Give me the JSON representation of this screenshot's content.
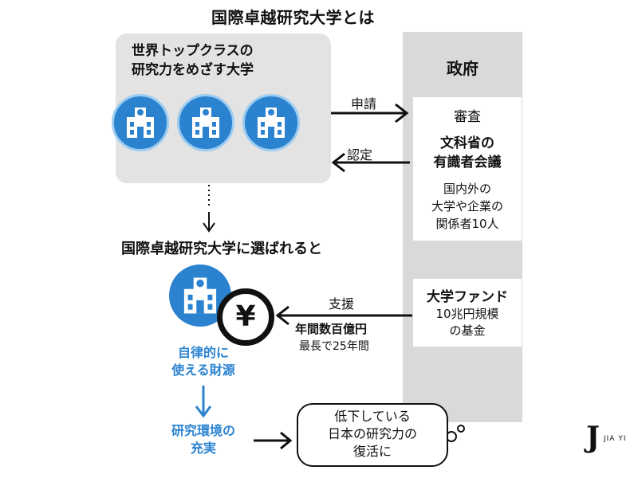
{
  "title": "国際卓越研究大学とは",
  "university_box": {
    "label_line1": "世界トップクラスの",
    "label_line2": "研究力をめざす大学",
    "icon": "university-building-icon"
  },
  "government": {
    "title": "政府",
    "review_label": "審査",
    "committee_line1": "文科省の",
    "committee_line2": "有識者会議",
    "committee_desc_line1": "国内外の",
    "committee_desc_line2": "大学や企業の",
    "committee_desc_line3": "関係者10人"
  },
  "arrows": {
    "apply": "申請",
    "certify": "認定",
    "support": "支援"
  },
  "selected_heading": "国際卓越研究大学に選ばれると",
  "fund": {
    "name": "大学ファンド",
    "desc_line1": "10兆円規模",
    "desc_line2": "の基金"
  },
  "support_amount": {
    "budget": "年間数百億円",
    "duration": "最長で25年間"
  },
  "yen_symbol": "¥",
  "outcomes": {
    "funding_line1": "自律的に",
    "funding_line2": "使える財源",
    "environment_line1": "研究環境の",
    "environment_line2": "充実"
  },
  "revival": {
    "line1": "低下している",
    "line2": "日本の研究力の",
    "line3": "復活に"
  },
  "logo": {
    "mark": "J",
    "text": "JIA YI"
  },
  "colors": {
    "accent_blue": "#2b83d0",
    "light_blue": "#9cccf0",
    "gray_panel": "#d9d9d9",
    "light_gray_box": "#e3e3e3"
  }
}
